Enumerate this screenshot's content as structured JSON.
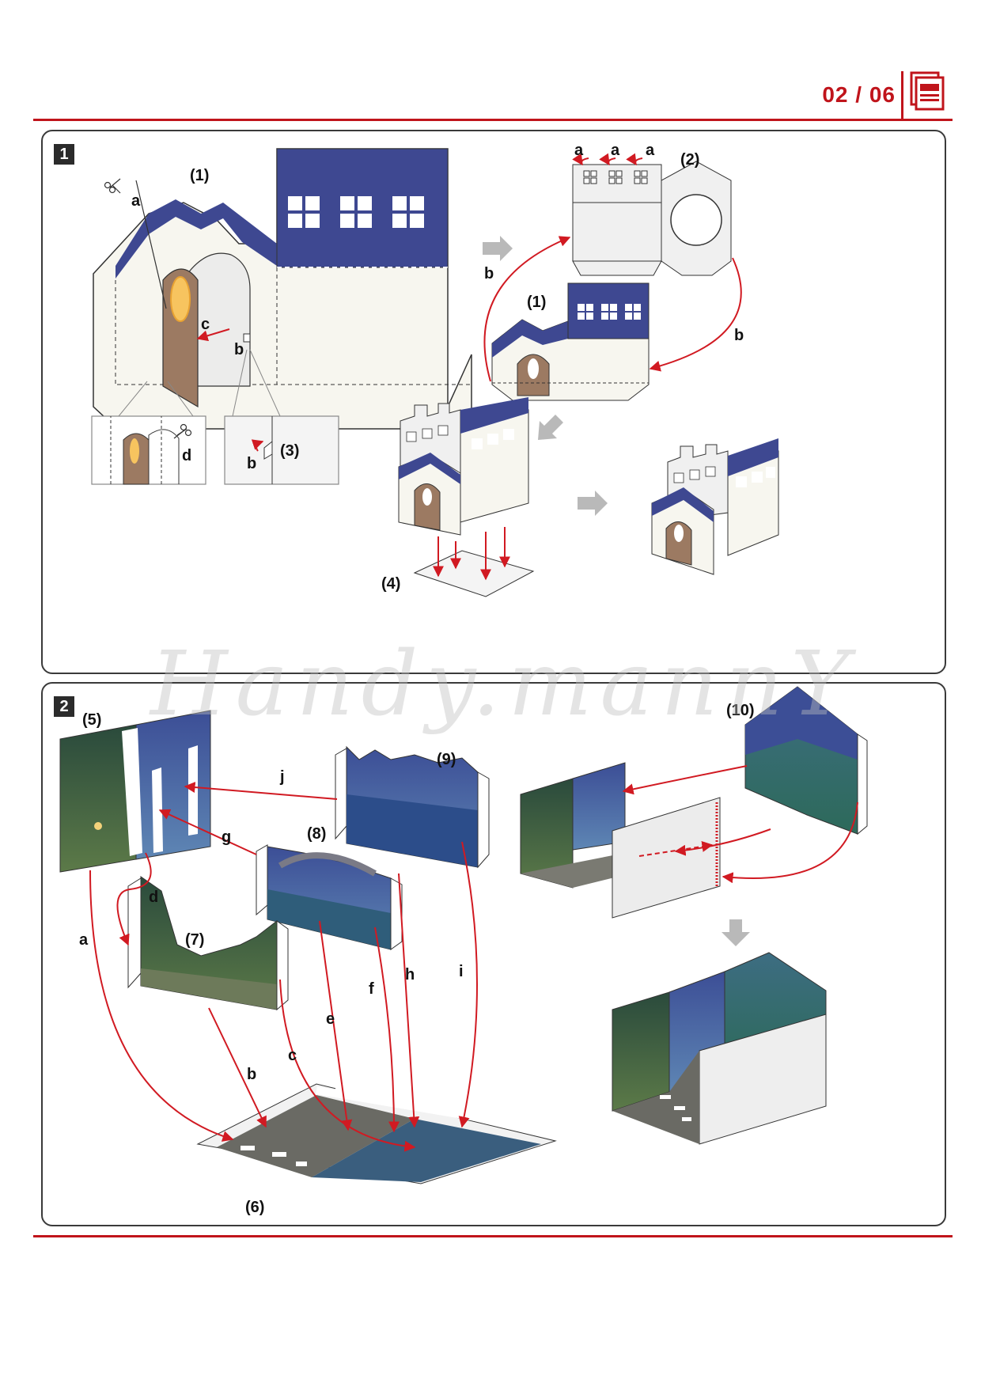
{
  "header": {
    "page_number": "02 / 06",
    "icon": "instruction-sheet-icon",
    "accent_color": "#c0141b"
  },
  "watermark": "Handy.mannY",
  "step1": {
    "badge": "1",
    "labels": {
      "part_1": "(1)",
      "part_1_small": "(1)",
      "part_2": "(2)",
      "part_3": "(3)",
      "part_4": "(4)",
      "a_cut": "a",
      "a1": "a",
      "a2": "a",
      "a3": "a",
      "b_tab": "b",
      "b_detail": "b",
      "b_left": "b",
      "b_right": "b",
      "c": "c",
      "d": "d"
    },
    "colors": {
      "roof_blue": "#3e4891",
      "wall_cream": "#f7f6ef",
      "door_brown": "#9c7a62",
      "window_glow": "#f7c45f"
    }
  },
  "step2": {
    "badge": "2",
    "labels": {
      "part_5": "(5)",
      "part_6": "(6)",
      "part_7": "(7)",
      "part_8": "(8)",
      "part_9": "(9)",
      "part_10": "(10)",
      "a": "a",
      "b": "b",
      "c": "c",
      "d": "d",
      "e": "e",
      "f": "f",
      "g": "g",
      "h": "h",
      "i": "i",
      "j": "j"
    },
    "colors": {
      "forest": "#2f5a3f",
      "night_sky": "#4a5fa0",
      "river": "#3c6aa8",
      "path_gray": "#6a6a64",
      "arrow_red": "#d11a22"
    }
  }
}
